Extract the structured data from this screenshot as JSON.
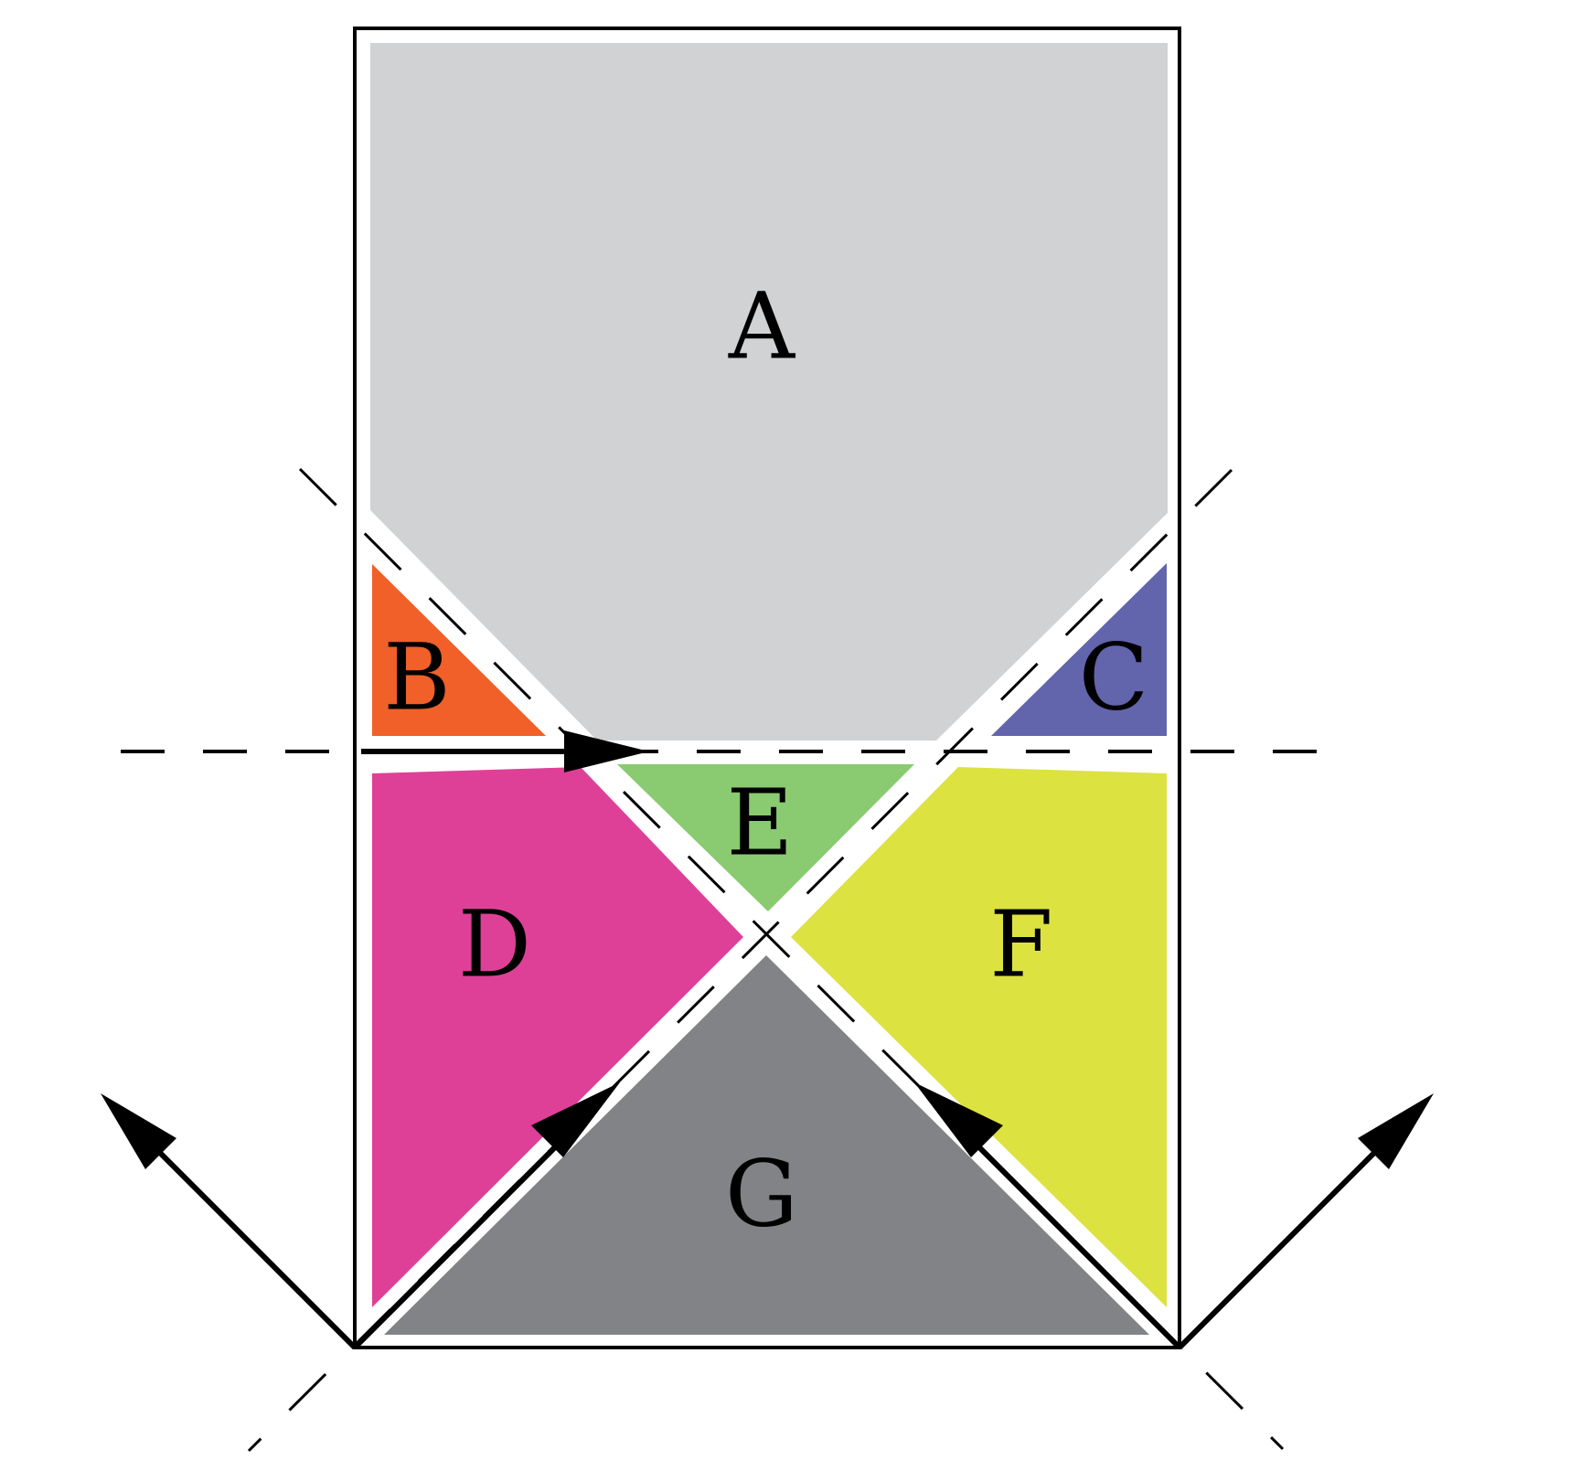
{
  "diagram": {
    "regions": [
      {
        "id": "A",
        "label": "A",
        "color": "#d1d2d4"
      },
      {
        "id": "B",
        "label": "B",
        "color": "#f06028"
      },
      {
        "id": "C",
        "label": "C",
        "color": "#6264ac"
      },
      {
        "id": "D",
        "label": "D",
        "color": "#de4098"
      },
      {
        "id": "E",
        "label": "E",
        "color": "#8aca70"
      },
      {
        "id": "F",
        "label": "F",
        "color": "#dce240"
      },
      {
        "id": "G",
        "label": "G",
        "color": "#828386"
      }
    ],
    "line_color": "#000000",
    "background": "#ffffff"
  }
}
